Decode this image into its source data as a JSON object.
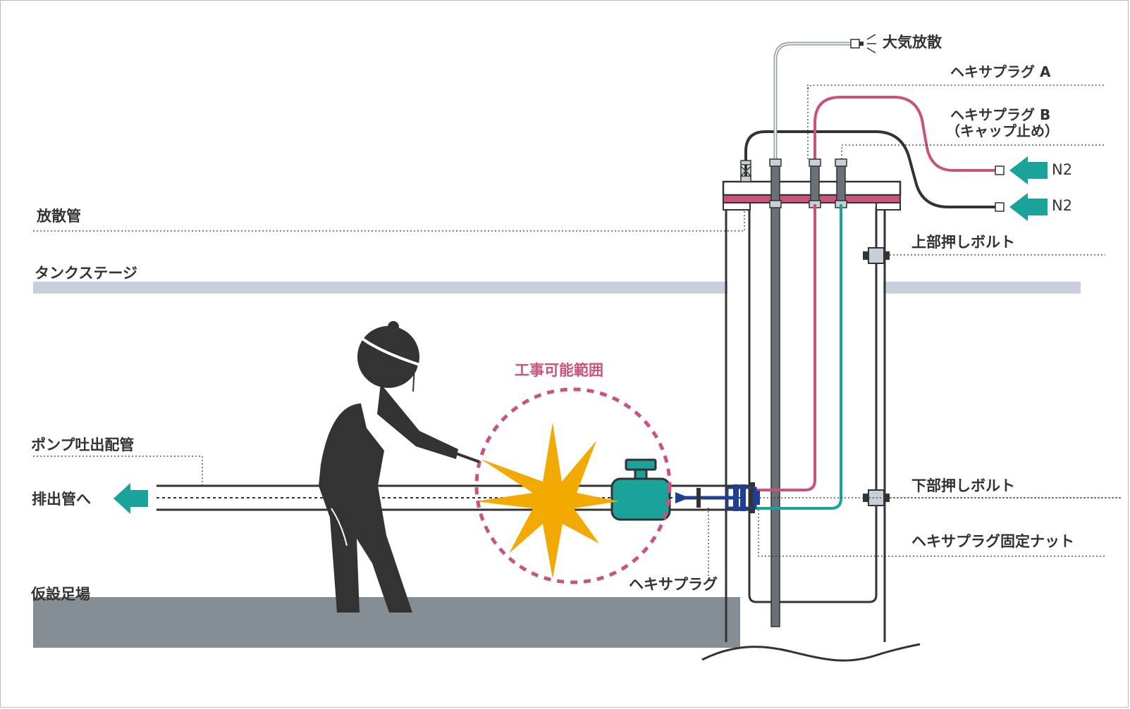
{
  "labels": {
    "atmosphere_release": "大気放散",
    "hexaplug_a": "ヘキサプラグ A",
    "hexaplug_b_line1": "ヘキサプラグ B",
    "hexaplug_b_line2": "（キャップ止め）",
    "n2_upper": "N2",
    "n2_lower": "N2",
    "vent_pipe": "放散管",
    "tank_stage": "タンクステージ",
    "upper_push_bolt": "上部押しボルト",
    "work_range": "工事可能範囲",
    "pump_discharge_pipe": "ポンプ吐出配管",
    "to_discharge_pipe": "排出管へ",
    "lower_push_bolt": "下部押しボルト",
    "hexaplug_fixing_nut": "ヘキサプラグ固定ナット",
    "hexaplug": "ヘキサプラグ",
    "temporary_scaffold": "仮設足場"
  },
  "colors": {
    "dark": "#333333",
    "pink": "#c8537c",
    "teal": "#1aa39a",
    "teal_dark": "#0f8f87",
    "grey_stage": "#c7d0da",
    "grey_scaffold": "#858d95",
    "gold": "#f2a900",
    "navy": "#1f3f93",
    "steel": "#6a7078"
  }
}
